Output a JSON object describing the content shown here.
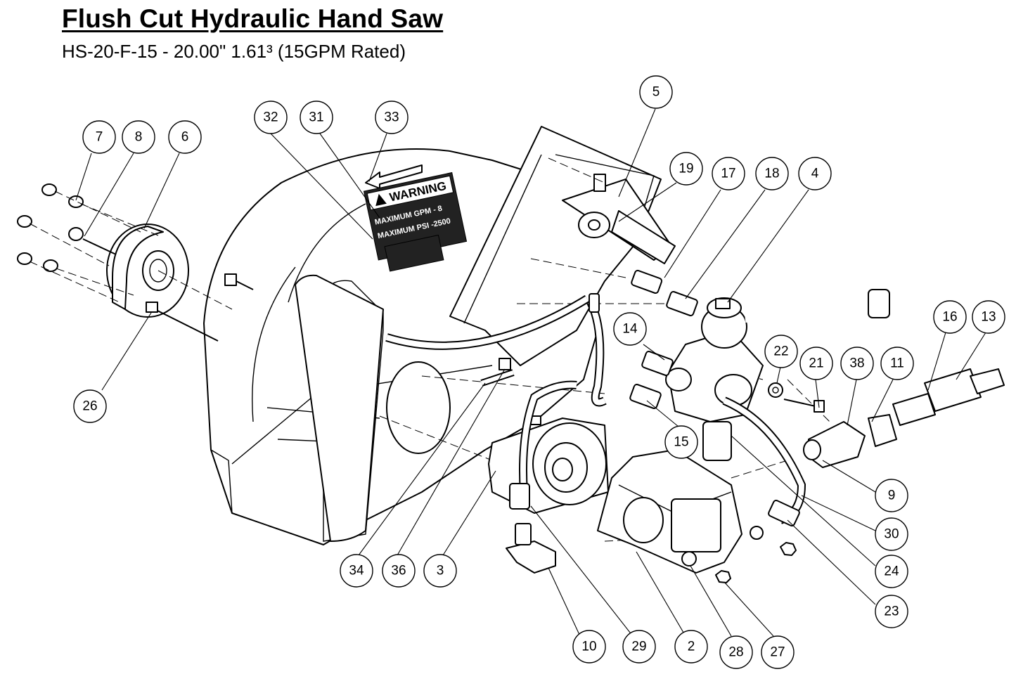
{
  "title": "Flush Cut Hydraulic Hand Saw",
  "subtitle": "HS-20-F-15  - 20.00\" 1.61³ (15GPM Rated)",
  "warning_label": {
    "heading": "WARNING",
    "line1": "MAXIMUM GPM - 8",
    "line2": "MAXIMUM PSI -2500"
  },
  "callouts": [
    "7",
    "8",
    "6",
    "26",
    "32",
    "31",
    "33",
    "5",
    "19",
    "17",
    "18",
    "4",
    "14",
    "22",
    "21",
    "38",
    "11",
    "16",
    "13",
    "15",
    "9",
    "30",
    "24",
    "23",
    "34",
    "36",
    "3",
    "10",
    "29",
    "2",
    "28",
    "27"
  ]
}
